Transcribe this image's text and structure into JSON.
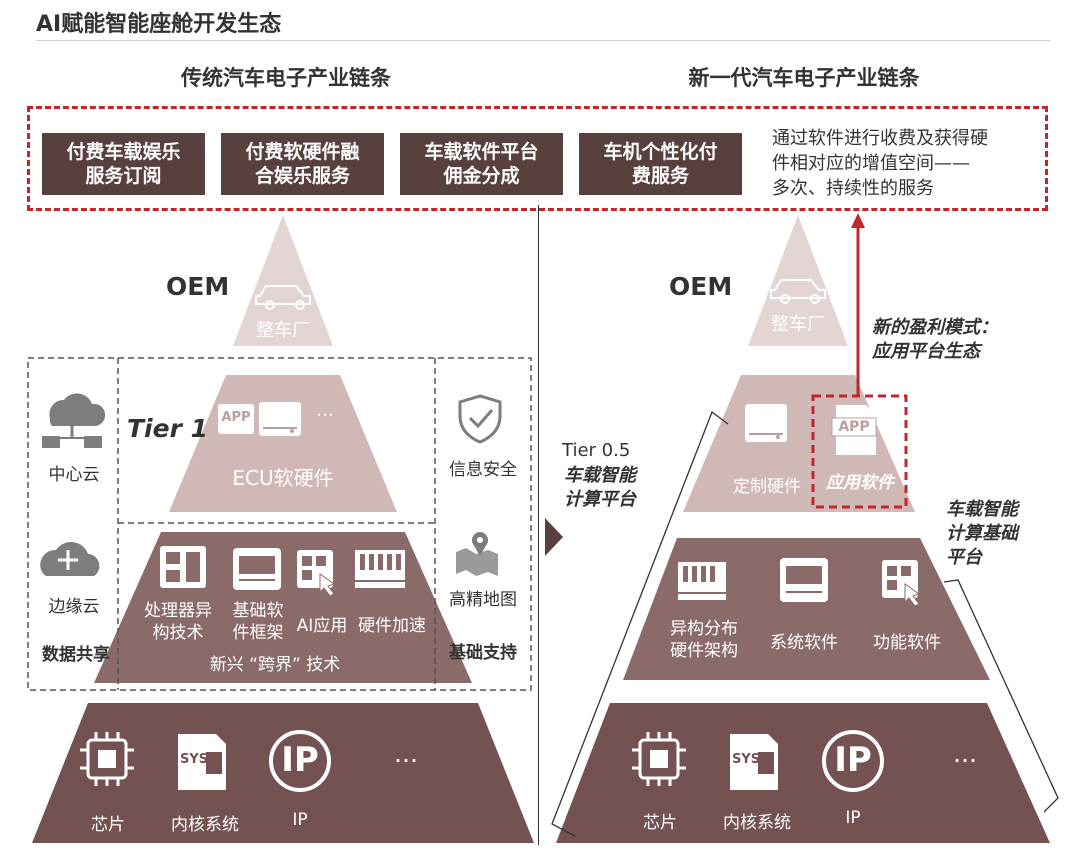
{
  "title": "AI赋能智能座舱开发生态",
  "left_header": "传统汽车电子产业链条",
  "right_header": "新一代汽车电子产业链条",
  "top_boxes": [
    "付费车载娱乐\n服务订阅",
    "付费软硬件融\n合娱乐服务",
    "车载软件平台\n佣金分成",
    "车机个性化付\n费服务"
  ],
  "top_note": "通过软件进行收费及获得硬\n件相对应的增值空间——\n多次、持续性的服务",
  "oem": "OEM",
  "car_maker": "整车厂",
  "left": {
    "tier1": "Tier 1",
    "ecu": "ECU软硬件",
    "ellipsis_small": "…",
    "cloud_center": "中心云",
    "cloud_edge": "边缘云",
    "data_share": "数据共享",
    "info_security": "信息安全",
    "hd_map": "高精地图",
    "base_support": "基础支持",
    "tech_items": [
      "处理器异\n构技术",
      "基础软\n件框架",
      "AI应用",
      "硬件加速"
    ],
    "emerging": "新兴  “跨界”  技术",
    "bottom_items": [
      "芯片",
      "内核系统",
      "IP"
    ],
    "ellipsis": "…"
  },
  "right": {
    "tier05": "Tier 0.5",
    "tier05_sub": "车载智能\n计算平台",
    "custom_hw": "定制硬件",
    "app_sw": "应用软件",
    "profit_model": "新的盈利模式：\n应用平台生态",
    "base_platform": "车载智能\n计算基础\n平台",
    "mid_items": [
      "异构分布\n硬件架构",
      "系统软件",
      "功能软件"
    ],
    "bottom_items": [
      "芯片",
      "内核系统",
      "IP"
    ],
    "ellipsis": "…"
  },
  "icon_text": {
    "app": "APP",
    "sys": "SYS",
    "ip": "IP"
  },
  "colors": {
    "accent_red": "#c0262b",
    "dark_box": "#58403f",
    "pyramid_top": "#e3d5d4",
    "pyramid_mid": "#cfb8b6",
    "pyramid_low": "#8b6b6a",
    "pyramid_base": "#735251"
  }
}
